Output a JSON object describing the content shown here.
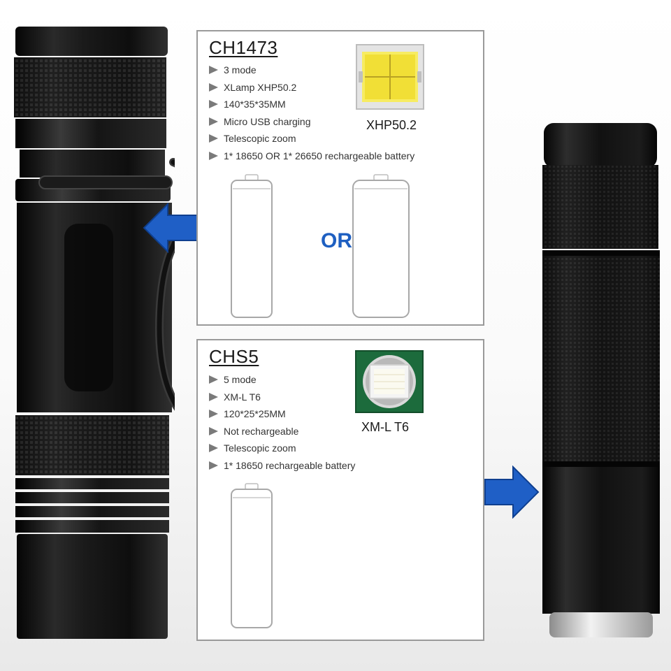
{
  "colors": {
    "arrow_blue": "#1f5fc6",
    "body_black": "#121212",
    "or_blue": "#1e5fc1",
    "led_yellow": "#f2e24a",
    "pcb_green": "#1c6b3c"
  },
  "ch1473": {
    "title": "CH1473",
    "features": [
      "3 mode",
      "XLamp XHP50.2",
      "140*35*35MM",
      "Micro USB charging",
      "Telescopic zoom",
      "1* 18650 OR  1* 26650 rechargeable battery"
    ],
    "led_label": "XHP50.2",
    "battery_a": "18650",
    "or_label": "OR",
    "battery_b": "26650"
  },
  "chs5": {
    "title": "CHS5",
    "features": [
      "5 mode",
      "XM-L T6",
      "120*25*25MM",
      "Not rechargeable",
      "Telescopic zoom",
      "1* 18650 rechargeable battery"
    ],
    "led_label": "XM-L T6",
    "battery": "18650"
  },
  "icons": {
    "arrow_left": "arrow-left-icon",
    "arrow_right": "arrow-right-icon",
    "bullet": "triangle-right-icon",
    "led_xhp50": "xhp50-led-icon",
    "led_xml": "xml-t6-led-icon",
    "battery": "battery-icon"
  }
}
